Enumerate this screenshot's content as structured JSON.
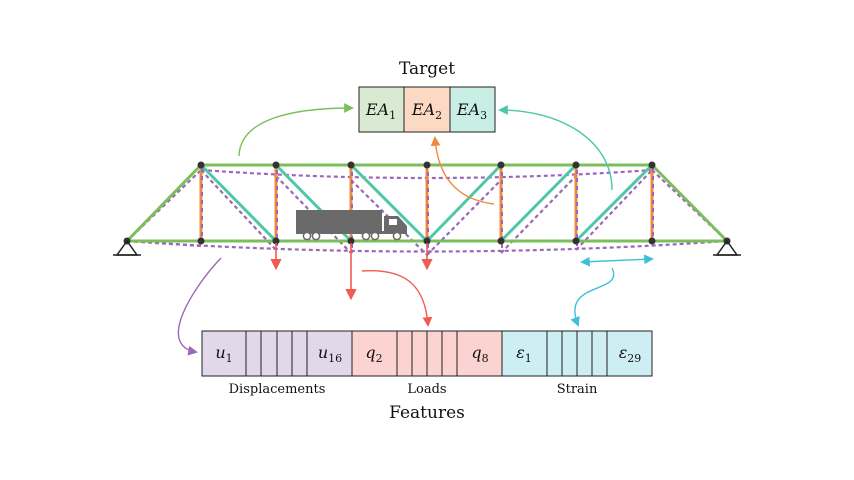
{
  "target": {
    "title": "Target",
    "cells": [
      {
        "base": "EA",
        "sub": "1",
        "color": "#d9ead3"
      },
      {
        "base": "EA",
        "sub": "2",
        "color": "#fcd9c2"
      },
      {
        "base": "EA",
        "sub": "3",
        "color": "#c9efe5"
      }
    ]
  },
  "features": {
    "title": "Features",
    "groups": [
      {
        "label": "Displacements",
        "first_base": "u",
        "first_sub": "1",
        "last_base": "u",
        "last_sub": "16",
        "color": "#e3d7ea"
      },
      {
        "label": "Loads",
        "first_base": "q",
        "first_sub": "2",
        "last_base": "q",
        "last_sub": "8",
        "color": "#fbd3d0"
      },
      {
        "label": "Strain",
        "first_base": "ε",
        "first_sub": "1",
        "last_base": "ε",
        "last_sub": "29",
        "color": "#cdeef3"
      }
    ]
  },
  "colors": {
    "chord": "#7bbf5a",
    "diagonal": "#4cc7a8",
    "vertical": "#f08a3c",
    "deformed": "#9b68b8",
    "load_arrow": "#ef5b50",
    "node": "#333333",
    "truck": "#6a6a6a"
  }
}
